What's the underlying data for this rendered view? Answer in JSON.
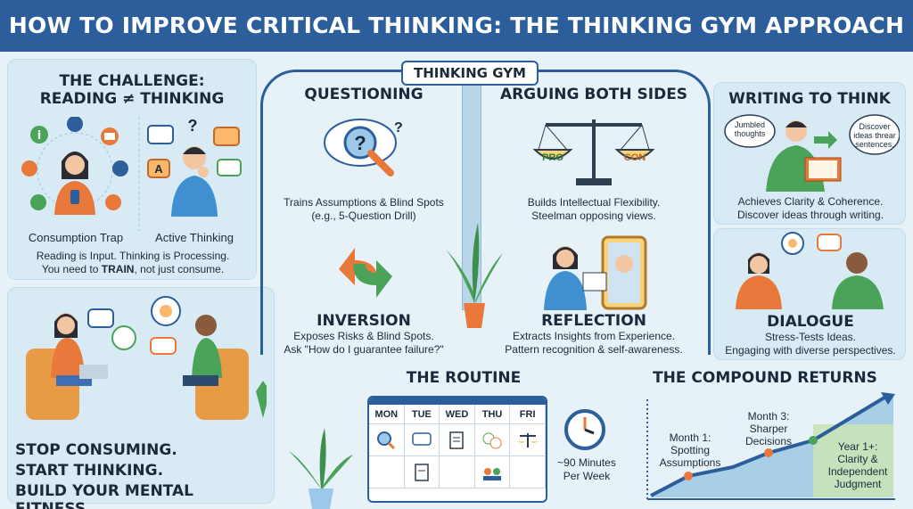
{
  "header": {
    "title": "HOW TO IMPROVE CRITICAL THINKING: THE THINKING GYM APPROACH"
  },
  "challenge": {
    "title_line1": "THE CHALLENGE:",
    "title_line2": "READING ≠ THINKING",
    "label_left": "Consumption Trap",
    "label_right": "Active Thinking",
    "note_line1": "Reading is Input. Thinking is Processing.",
    "note_line2_a": "You need to ",
    "note_line2_b": "TRAIN",
    "note_line2_c": ", not just consume.",
    "icon_letter": "A"
  },
  "cta": {
    "line1": "STOP CONSUMING.",
    "line2": "START THINKING.",
    "line3": "BUILD YOUR MENTAL FITNESS."
  },
  "gym": {
    "tag": "THINKING GYM",
    "questioning": {
      "title": "QUESTIONING",
      "line1": "Trains Assumptions & Blind Spots",
      "line2": "(e.g., 5-Question Drill)"
    },
    "arguing": {
      "title": "ARGUING BOTH SIDES",
      "line1": "Builds Intellectual Flexibility.",
      "line2": "Steelman opposing views.",
      "pro": "PRO",
      "con": "CON"
    },
    "writing": {
      "title": "WRITING TO THINK",
      "line1": "Achieves Clarity & Coherence.",
      "line2": "Discover ideas through writing.",
      "bubble_left": "Jumbled thoughts",
      "bubble_right": "Discover ideas threar sentences."
    },
    "inversion": {
      "title": "INVERSION",
      "line1": "Exposes Risks & Blind Spots.",
      "line2": "Ask \"How do I guarantee failure?\""
    },
    "reflection": {
      "title": "REFLECTION",
      "line1": "Extracts Insights from Experience.",
      "line2": "Pattern recognition & self-awareness."
    },
    "dialogue": {
      "title": "DIALOGUE",
      "line1": "Stress-Tests Ideas.",
      "line2": "Engaging with diverse perspectives."
    }
  },
  "routine": {
    "title": "THE ROUTINE",
    "days": [
      "MON",
      "TUE",
      "WED",
      "THU",
      "FRI"
    ],
    "time_line1": "~90 Minutes",
    "time_line2": "Per Week"
  },
  "returns": {
    "title": "THE COMPOUND RETURNS",
    "m1_line1": "Month 1:",
    "m1_line2": "Spotting",
    "m1_line3": "Assumptions",
    "m3_line1": "Month 3:",
    "m3_line2": "Sharper",
    "m3_line3": "Decisions",
    "y1_line1": "Year 1+:",
    "y1_line2": "Clarity &",
    "y1_line3": "Independent",
    "y1_line4": "Judgment"
  },
  "colors": {
    "primary": "#2c5e9c",
    "accent": "#e8793a",
    "green": "#4ba35a",
    "background": "#e6f2f8"
  }
}
